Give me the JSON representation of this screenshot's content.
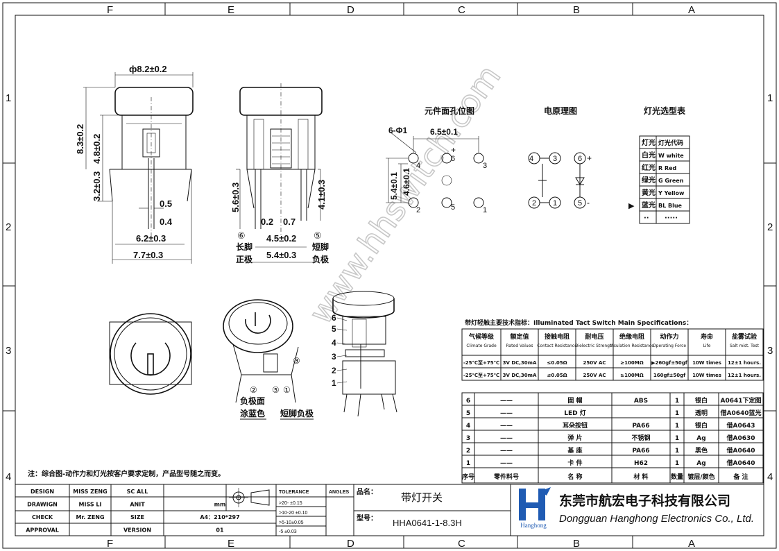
{
  "frame": {
    "cols_top": [
      "F",
      "E",
      "D",
      "C",
      "B",
      "A"
    ],
    "cols_bottom": [
      "F",
      "E",
      "D",
      "C",
      "B",
      "A"
    ],
    "rows": [
      "1",
      "2",
      "3",
      "4"
    ]
  },
  "front_view": {
    "dims": [
      "ф8.2±0.2",
      "8.3±0.2",
      "4.8±0.2",
      "3.2±0.3",
      "0.5",
      "0.4",
      "6.2±0.3",
      "7.7±0.3"
    ]
  },
  "side_view": {
    "dims": [
      "5.6±0.3",
      "4.1±0.3",
      "0.2",
      "0.7",
      "4.5±0.2",
      "5.4±0.3"
    ],
    "markers": [
      "⑥",
      "⑤"
    ],
    "left_note": [
      "长脚",
      "正极"
    ],
    "right_note": [
      "短脚",
      "负极"
    ]
  },
  "hole_layout": {
    "title": "元件面孔位图",
    "dims": [
      "6-Φ1",
      "6.5±0.1",
      "5.4±0.1",
      "4.6±0.1"
    ],
    "labels": [
      "4",
      "6",
      "3",
      "2",
      "5",
      "1"
    ],
    "signs": [
      "+",
      "-"
    ]
  },
  "schematic": {
    "title": "电原理图",
    "nodes": [
      "4",
      "3",
      "6",
      "2",
      "1",
      "5"
    ],
    "signs": [
      "+",
      "-"
    ]
  },
  "color_table": {
    "title": "灯光选型表",
    "header": [
      "灯光",
      "灯光代码"
    ],
    "rows": [
      [
        "白光",
        "W white"
      ],
      [
        "红光",
        "R Red"
      ],
      [
        "绿光",
        "G Green"
      ],
      [
        "黄光",
        "Y Yellow"
      ],
      [
        "蓝光",
        "BL Blue"
      ],
      [
        "··",
        "·····"
      ]
    ],
    "marker": "▶"
  },
  "exploded_view": {
    "left_labels": [
      "6",
      "5",
      "4",
      "3",
      "2",
      "1"
    ],
    "circled": [
      "②",
      "⑤",
      "①",
      "③"
    ],
    "note1": [
      "负极面",
      "涂蓝色"
    ],
    "note2": "短脚负极"
  },
  "spec_table": {
    "title": "带灯轻触主要技术指标：Illuminated Tact Switch Main Specifications：",
    "headers": [
      [
        "气候等级",
        "Climate Grade"
      ],
      [
        "额定值",
        "Rated Values"
      ],
      [
        "接触电阻",
        "Contact Resistance"
      ],
      [
        "耐电压",
        "Dielectric Strength"
      ],
      [
        "绝缘电阻",
        "Insulation Resistance"
      ],
      [
        "动作力",
        "Operating Force"
      ],
      [
        "寿命",
        "Life"
      ],
      [
        "盐雾试验",
        "Salt mist. Test"
      ]
    ],
    "rows": [
      [
        "-25℃至+75℃",
        "3V DC,30mA",
        "≤0.05Ω",
        "250V AC",
        "≥100MΩ",
        "▶260gf±50gf",
        "10W times",
        "12±1 hours."
      ],
      [
        "-25℃至+75℃",
        "3V DC,30mA",
        "≤0.05Ω",
        "250V AC",
        "≥100MΩ",
        "160gf±50gf",
        "10W times",
        "12±1 hours."
      ]
    ]
  },
  "bom": {
    "rows": [
      [
        "6",
        "——",
        "固    帽",
        "ABS",
        "1",
        "银白",
        "A0641下定图"
      ],
      [
        "5",
        "——",
        "LED  灯",
        "",
        "1",
        "透明",
        "借A0640蓝光"
      ],
      [
        "4",
        "——",
        "耳朵按钮",
        "PA66",
        "1",
        "银白",
        "借A0643"
      ],
      [
        "3",
        "——",
        "弹    片",
        "不锈钢",
        "1",
        "Ag",
        "借A0630"
      ],
      [
        "2",
        "——",
        "基    座",
        "PA66",
        "1",
        "黑色",
        "借A0640"
      ],
      [
        "1",
        "——",
        "卡    件",
        "H62",
        "1",
        "Ag",
        "借A0640"
      ]
    ],
    "header": [
      "序号",
      "零件料号",
      "名    称",
      "材    料",
      "数量",
      "镀层/颜色",
      "备    注"
    ]
  },
  "footnote": "注：综合图-动作力和灯光按客户要求定制，产品型号随之而变。",
  "title_block": {
    "rows": [
      [
        "DESIGN",
        "MISS ZENG",
        "SC ALL",
        ""
      ],
      [
        "DRAWIGN",
        "MISS LI",
        "ANIT",
        "mm"
      ],
      [
        "CHECK",
        "Mr. ZENG",
        "SIZE",
        "A4：210*297"
      ],
      [
        "APPROVAL",
        "",
        "VERSION",
        "01"
      ]
    ],
    "tolerance_head": [
      "TOLERANCE",
      "ANGLES"
    ],
    "tolerance": [
      ">20- ±0.15",
      ">10-20 ±0.10",
      ">5-10±0.05",
      "-5  ±0.03"
    ],
    "name_label": "品名：",
    "name_value": "带灯开关",
    "model_label": "型号：",
    "model_value": "HHA0641-1-8.3H",
    "company_cn": "东莞市航宏电子科技有限公司",
    "company_en": "Dongguan Hanghong Electronics Co., Ltd.",
    "logo_text": "Hanghong"
  },
  "watermark": "www.hhswitch.com",
  "colors": {
    "logo_blue": "#1f5bb3",
    "line": "#111111"
  }
}
